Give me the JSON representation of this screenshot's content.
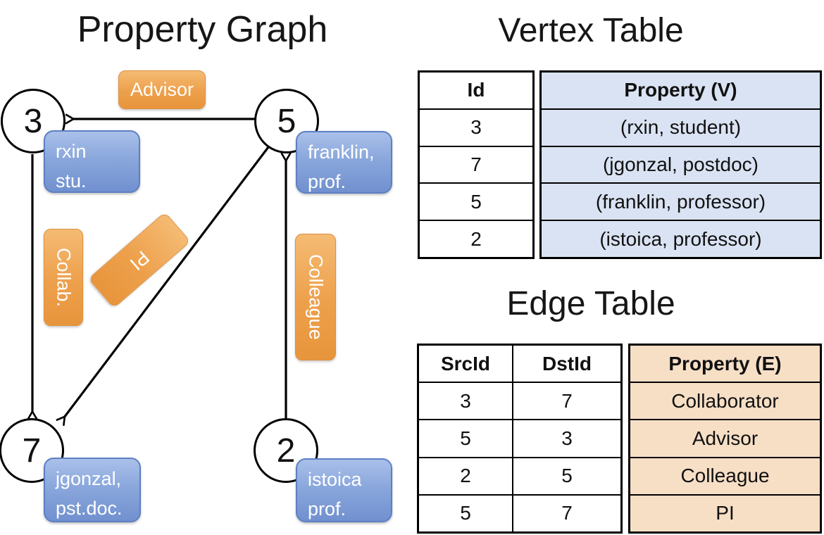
{
  "titles": {
    "graph": "Property Graph",
    "vertex_table": "Vertex Table",
    "edge_table": "Edge Table"
  },
  "colors": {
    "edge_label_orange": "#EDA04B",
    "vertex_box_blue": "#8AA7DC",
    "vertex_table_fill": "#DAE3F3",
    "edge_table_fill": "#F7DFC6",
    "line_black": "#000000"
  },
  "graph": {
    "nodes": [
      {
        "id": "3",
        "line1": "rxin",
        "line2": "stu."
      },
      {
        "id": "5",
        "line1": "franklin,",
        "line2": "prof."
      },
      {
        "id": "7",
        "line1": "jgonzal,",
        "line2": "pst.doc."
      },
      {
        "id": "2",
        "line1": "istoica",
        "line2": "prof."
      }
    ],
    "edges": [
      {
        "src": "5",
        "dst": "3",
        "label": "Advisor"
      },
      {
        "src": "3",
        "dst": "7",
        "label": "Collab."
      },
      {
        "src": "5",
        "dst": "7",
        "label": "PI"
      },
      {
        "src": "2",
        "dst": "5",
        "label": "Colleague"
      }
    ]
  },
  "vertex_table": {
    "headers": {
      "id": "Id",
      "property": "Property (V)"
    },
    "rows": [
      {
        "id": "3",
        "property": "(rxin, student)"
      },
      {
        "id": "7",
        "property": "(jgonzal, postdoc)"
      },
      {
        "id": "5",
        "property": "(franklin, professor)"
      },
      {
        "id": "2",
        "property": "(istoica, professor)"
      }
    ]
  },
  "edge_table": {
    "headers": {
      "src": "SrcId",
      "dst": "DstId",
      "property": "Property (E)"
    },
    "rows": [
      {
        "src": "3",
        "dst": "7",
        "property": "Collaborator"
      },
      {
        "src": "5",
        "dst": "3",
        "property": "Advisor"
      },
      {
        "src": "2",
        "dst": "5",
        "property": "Colleague"
      },
      {
        "src": "5",
        "dst": "7",
        "property": "PI"
      }
    ]
  }
}
